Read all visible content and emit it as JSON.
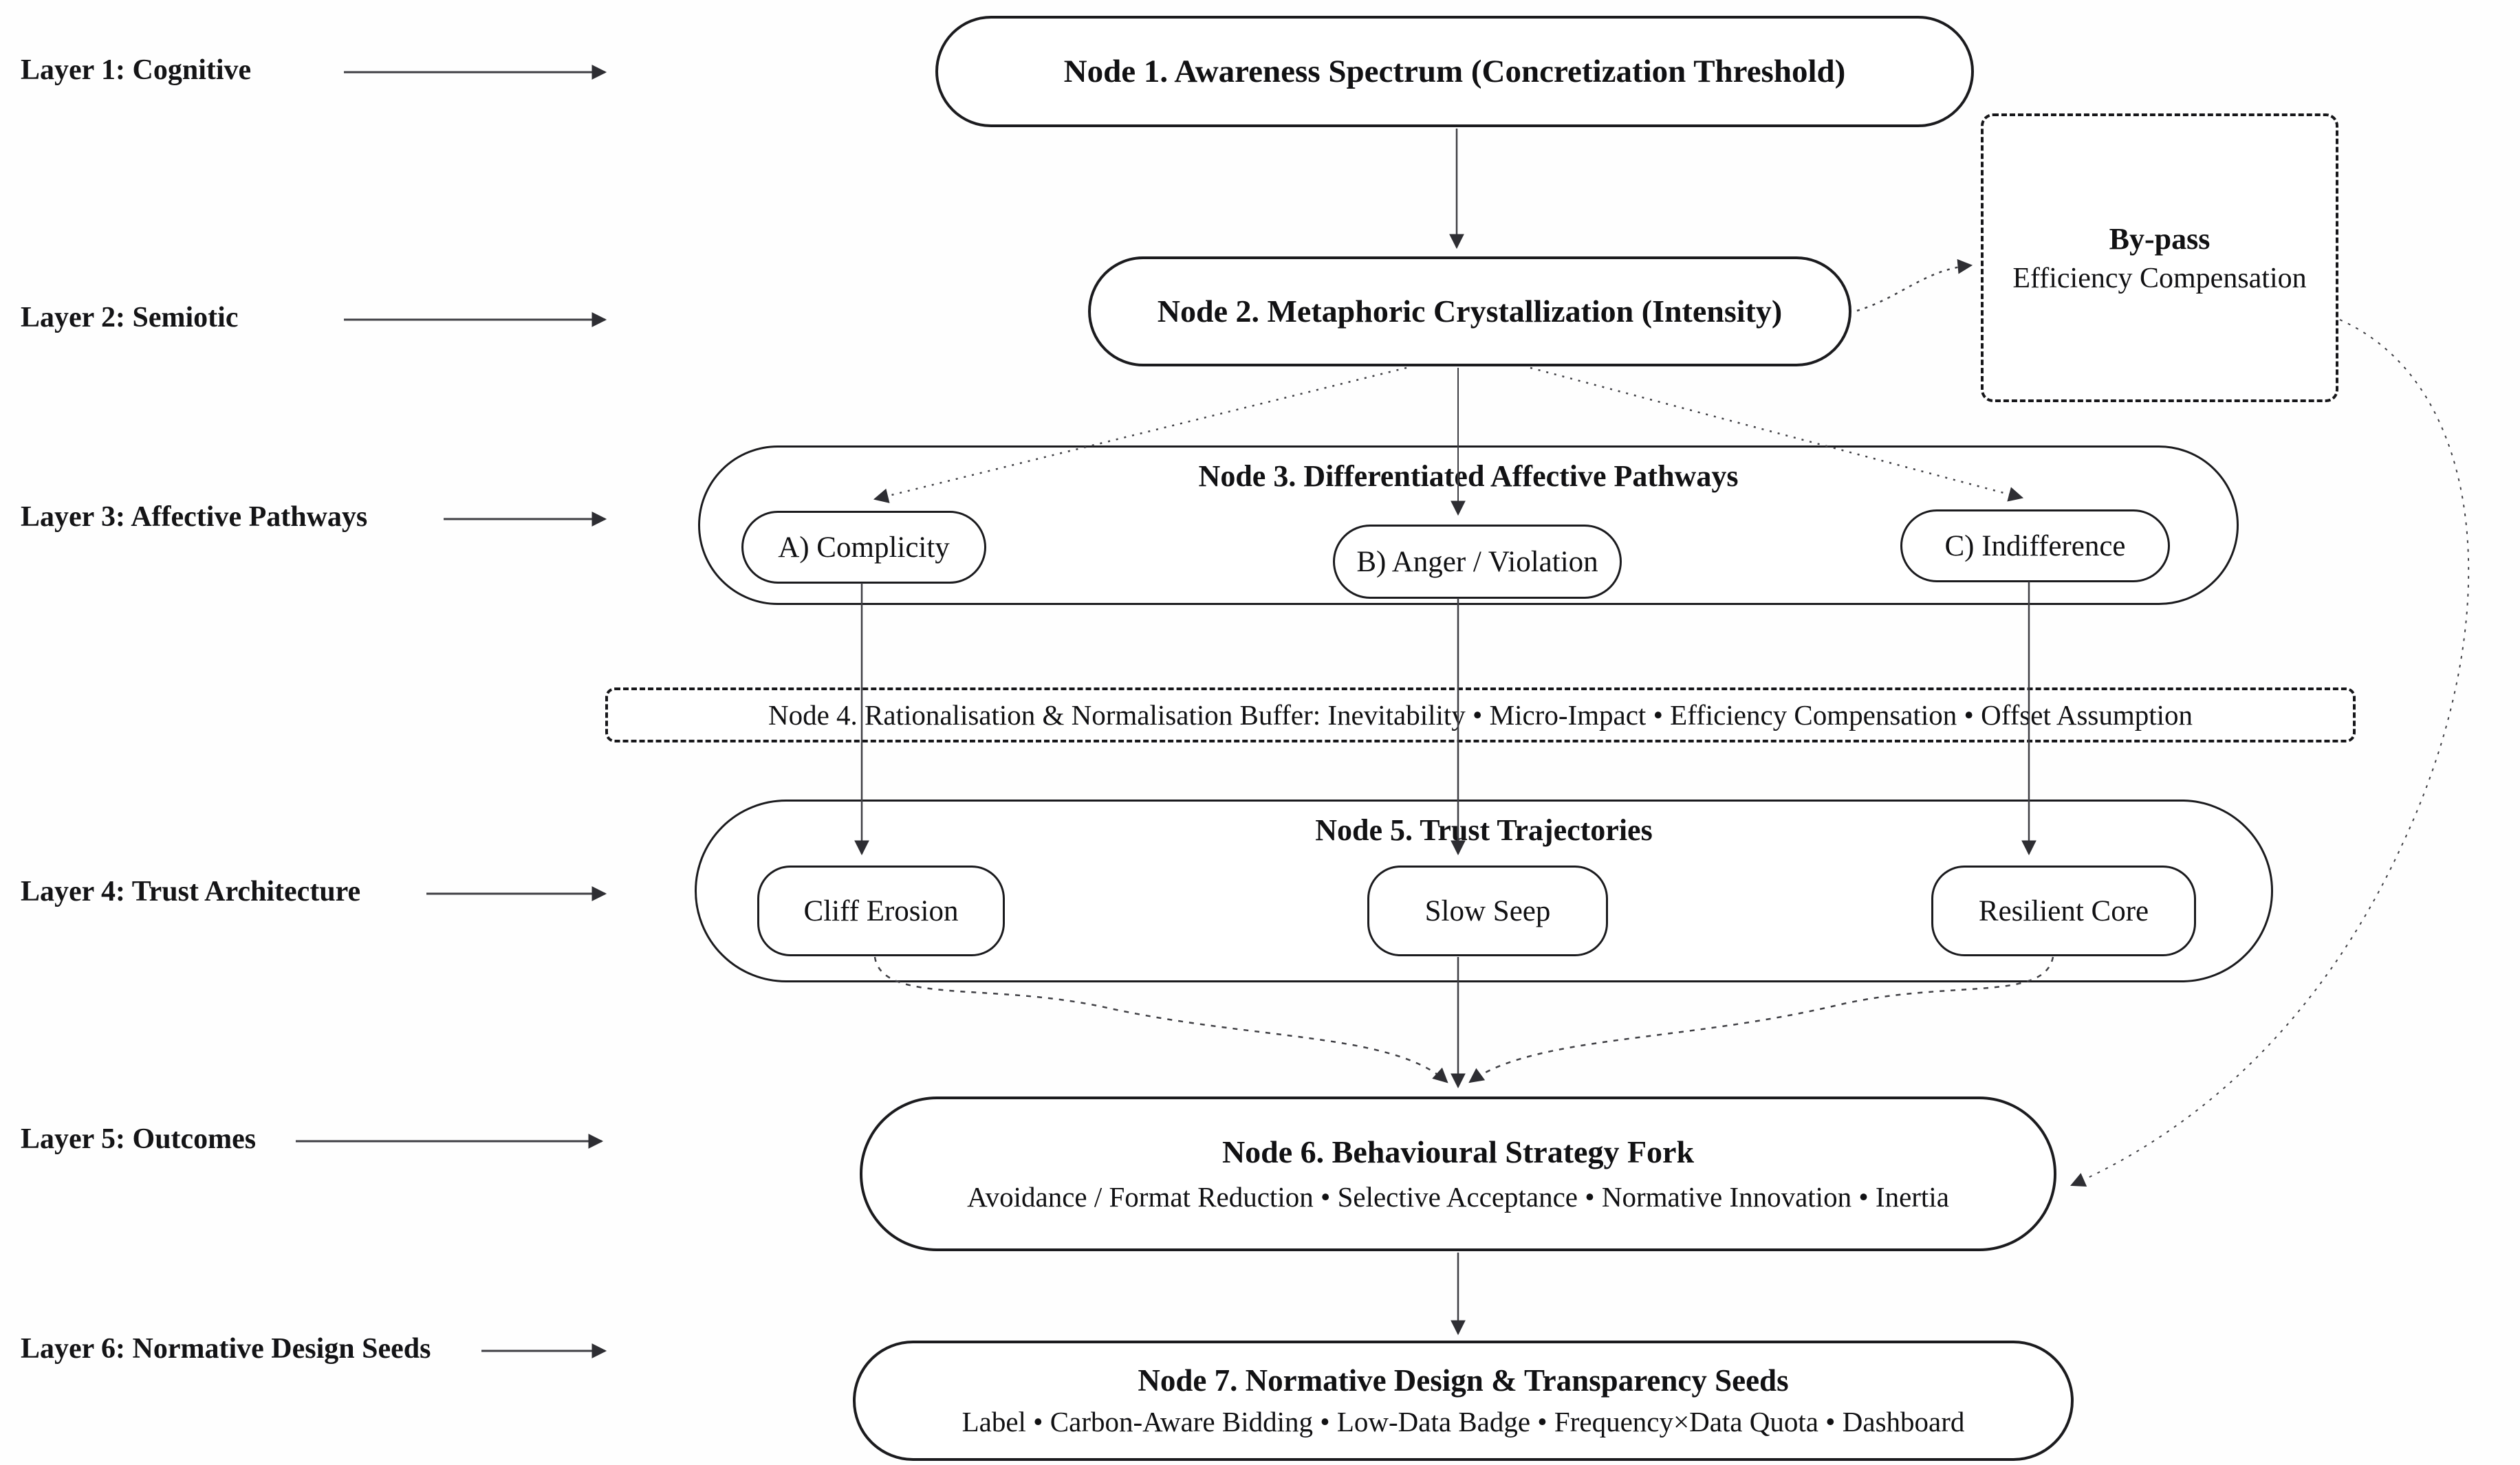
{
  "diagram": {
    "layers": [
      {
        "label": "Layer 1: Cognitive"
      },
      {
        "label": "Layer 2: Semiotic"
      },
      {
        "label": "Layer 3: Affective Pathways"
      },
      {
        "label": "Layer 4: Trust Architecture"
      },
      {
        "label": "Layer 5: Outcomes"
      },
      {
        "label": "Layer 6: Normative Design Seeds"
      }
    ],
    "nodes": {
      "node1": {
        "title": "Node 1. Awareness Spectrum (Concretization Threshold)"
      },
      "node2": {
        "title": "Node 2. Metaphoric Crystallization (Intensity)"
      },
      "bypass": {
        "title": "By-pass",
        "subtitle": "Efficiency Compensation"
      },
      "node3": {
        "title": "Node 3. Differentiated Affective Pathways",
        "children": [
          "A) Complicity",
          "B) Anger / Violation",
          "C) Indifference"
        ]
      },
      "node4": {
        "title": "Node 4. Rationalisation & Normalisation Buffer:  Inevitability • Micro-Impact • Efficiency Compensation • Offset Assumption"
      },
      "node5": {
        "title": "Node 5. Trust Trajectories",
        "children": [
          "Cliff Erosion",
          "Slow Seep",
          "Resilient Core"
        ]
      },
      "node6": {
        "title": "Node 6. Behavioural Strategy Fork",
        "subtitle": "Avoidance / Format Reduction • Selective Acceptance • Normative Innovation • Inertia"
      },
      "node7": {
        "title": "Node 7. Normative Design & Transparency Seeds",
        "subtitle": "Label • Carbon-Aware Bidding • Low-Data Badge • Frequency×Data Quota • Dashboard"
      }
    },
    "colors": {
      "node_stroke": "#1b1b1e",
      "connector": "#3f3f44",
      "background": "#fefefe"
    }
  }
}
